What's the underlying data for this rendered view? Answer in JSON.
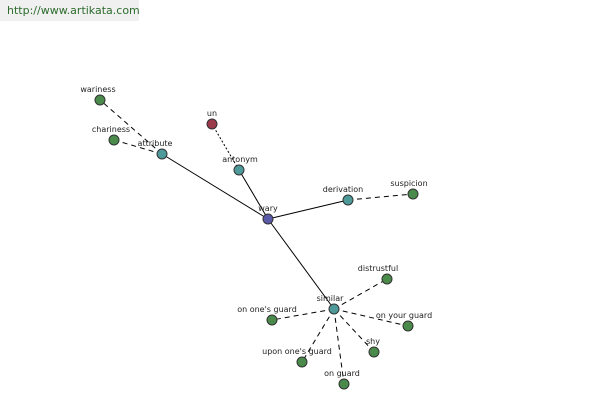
{
  "source": {
    "url_text": "http://www.artikata.com"
  },
  "colors": {
    "root": "#5a5aa8",
    "relation": "#4e9a9a",
    "word": "#4a8a4a",
    "antonym_word": "#9a3a4a",
    "banner_bg": "#f0f0f0",
    "link": "#2d6b2d"
  },
  "graph": {
    "nodes": [
      {
        "id": "wary",
        "label": "wary",
        "kind": "root"
      },
      {
        "id": "attribute",
        "label": "attribute",
        "kind": "relation"
      },
      {
        "id": "antonym",
        "label": "antonym",
        "kind": "relation"
      },
      {
        "id": "derivation",
        "label": "derivation",
        "kind": "relation"
      },
      {
        "id": "similar",
        "label": "similar",
        "kind": "relation"
      },
      {
        "id": "wariness",
        "label": "wariness",
        "kind": "word"
      },
      {
        "id": "chariness",
        "label": "chariness",
        "kind": "word"
      },
      {
        "id": "un",
        "label": "un",
        "kind": "antonym_word"
      },
      {
        "id": "suspicion",
        "label": "suspicion",
        "kind": "word"
      },
      {
        "id": "distrustful",
        "label": "distrustful",
        "kind": "word"
      },
      {
        "id": "on-ones-guard",
        "label": "on one's guard",
        "kind": "word"
      },
      {
        "id": "on-your-guard",
        "label": "on your guard",
        "kind": "word"
      },
      {
        "id": "upon-ones-guard",
        "label": "upon one's guard",
        "kind": "word"
      },
      {
        "id": "shy",
        "label": "shy",
        "kind": "word"
      },
      {
        "id": "on-guard",
        "label": "on guard",
        "kind": "word"
      }
    ],
    "edges": [
      {
        "from": "wary",
        "to": "attribute",
        "style": "solid"
      },
      {
        "from": "wary",
        "to": "antonym",
        "style": "solid"
      },
      {
        "from": "wary",
        "to": "derivation",
        "style": "solid"
      },
      {
        "from": "wary",
        "to": "similar",
        "style": "solid"
      },
      {
        "from": "attribute",
        "to": "wariness",
        "style": "dashed"
      },
      {
        "from": "attribute",
        "to": "chariness",
        "style": "dashed"
      },
      {
        "from": "antonym",
        "to": "un",
        "style": "dotted"
      },
      {
        "from": "derivation",
        "to": "suspicion",
        "style": "dashed"
      },
      {
        "from": "similar",
        "to": "distrustful",
        "style": "dashed"
      },
      {
        "from": "similar",
        "to": "on-ones-guard",
        "style": "dashed"
      },
      {
        "from": "similar",
        "to": "on-your-guard",
        "style": "dashed"
      },
      {
        "from": "similar",
        "to": "upon-ones-guard",
        "style": "dashed"
      },
      {
        "from": "similar",
        "to": "shy",
        "style": "dashed"
      },
      {
        "from": "similar",
        "to": "on-guard",
        "style": "dashed"
      }
    ]
  }
}
